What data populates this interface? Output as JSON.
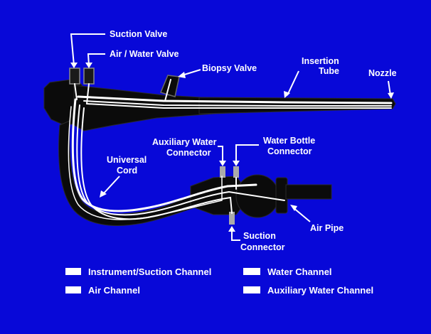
{
  "labels": {
    "suction_valve": "Suction Valve",
    "air_water_valve": "Air / Water Valve",
    "biopsy_valve": "Biopsy Valve",
    "insertion_tube_line1": "Insertion",
    "insertion_tube_line2": "Tube",
    "nozzle": "Nozzle",
    "auxiliary_water_connector_line1": "Auxiliary Water",
    "auxiliary_water_connector_line2": "Connector",
    "water_bottle_connector_line1": "Water Bottle",
    "water_bottle_connector_line2": "Connector",
    "universal_cord_line1": "Universal",
    "universal_cord_line2": "Cord",
    "air_pipe": "Air Pipe",
    "suction_connector_line1": "Suction",
    "suction_connector_line2": "Connector"
  },
  "legend": [
    {
      "label": "Instrument/Suction Channel"
    },
    {
      "label": "Water Channel"
    },
    {
      "label": "Air Channel"
    },
    {
      "label": "Auxiliary Water Channel"
    }
  ],
  "colors": {
    "background": "#0808d8",
    "device_body": "#0b0b0b",
    "channel": "#ffffff",
    "label": "#ffffff"
  }
}
